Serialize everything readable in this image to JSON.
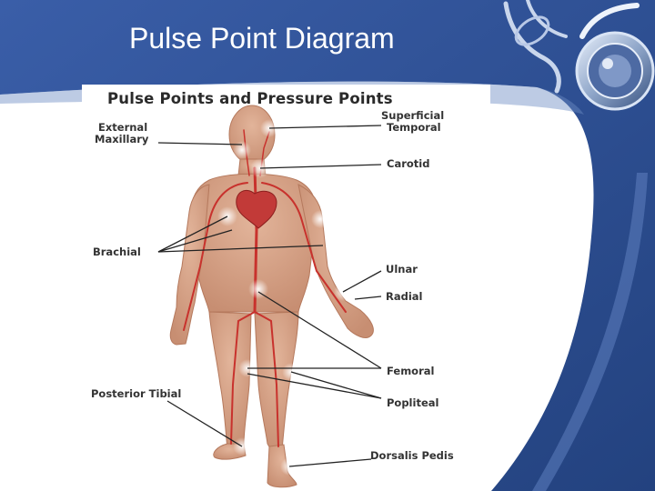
{
  "slide": {
    "title": "Pulse Point Diagram"
  },
  "figure": {
    "title": "Pulse Points and Pressure Points",
    "labels": {
      "external_maxillary_line1": "External",
      "external_maxillary_line2": "Maxillary",
      "superficial_temporal_line1": "Superficial",
      "superficial_temporal_line2": "Temporal",
      "carotid": "Carotid",
      "brachial": "Brachial",
      "ulnar": "Ulnar",
      "radial": "Radial",
      "femoral": "Femoral",
      "posterior_tibial": "Posterior Tibial",
      "popliteal": "Popliteal",
      "dorsalis_pedis": "Dorsalis Pedis"
    }
  },
  "colors": {
    "theme_blue": "#2d4f95",
    "body_skin": "#d9a78c",
    "artery_red": "#c8322d",
    "label_text": "#333333"
  },
  "icons": [
    "stethoscope-icon"
  ]
}
